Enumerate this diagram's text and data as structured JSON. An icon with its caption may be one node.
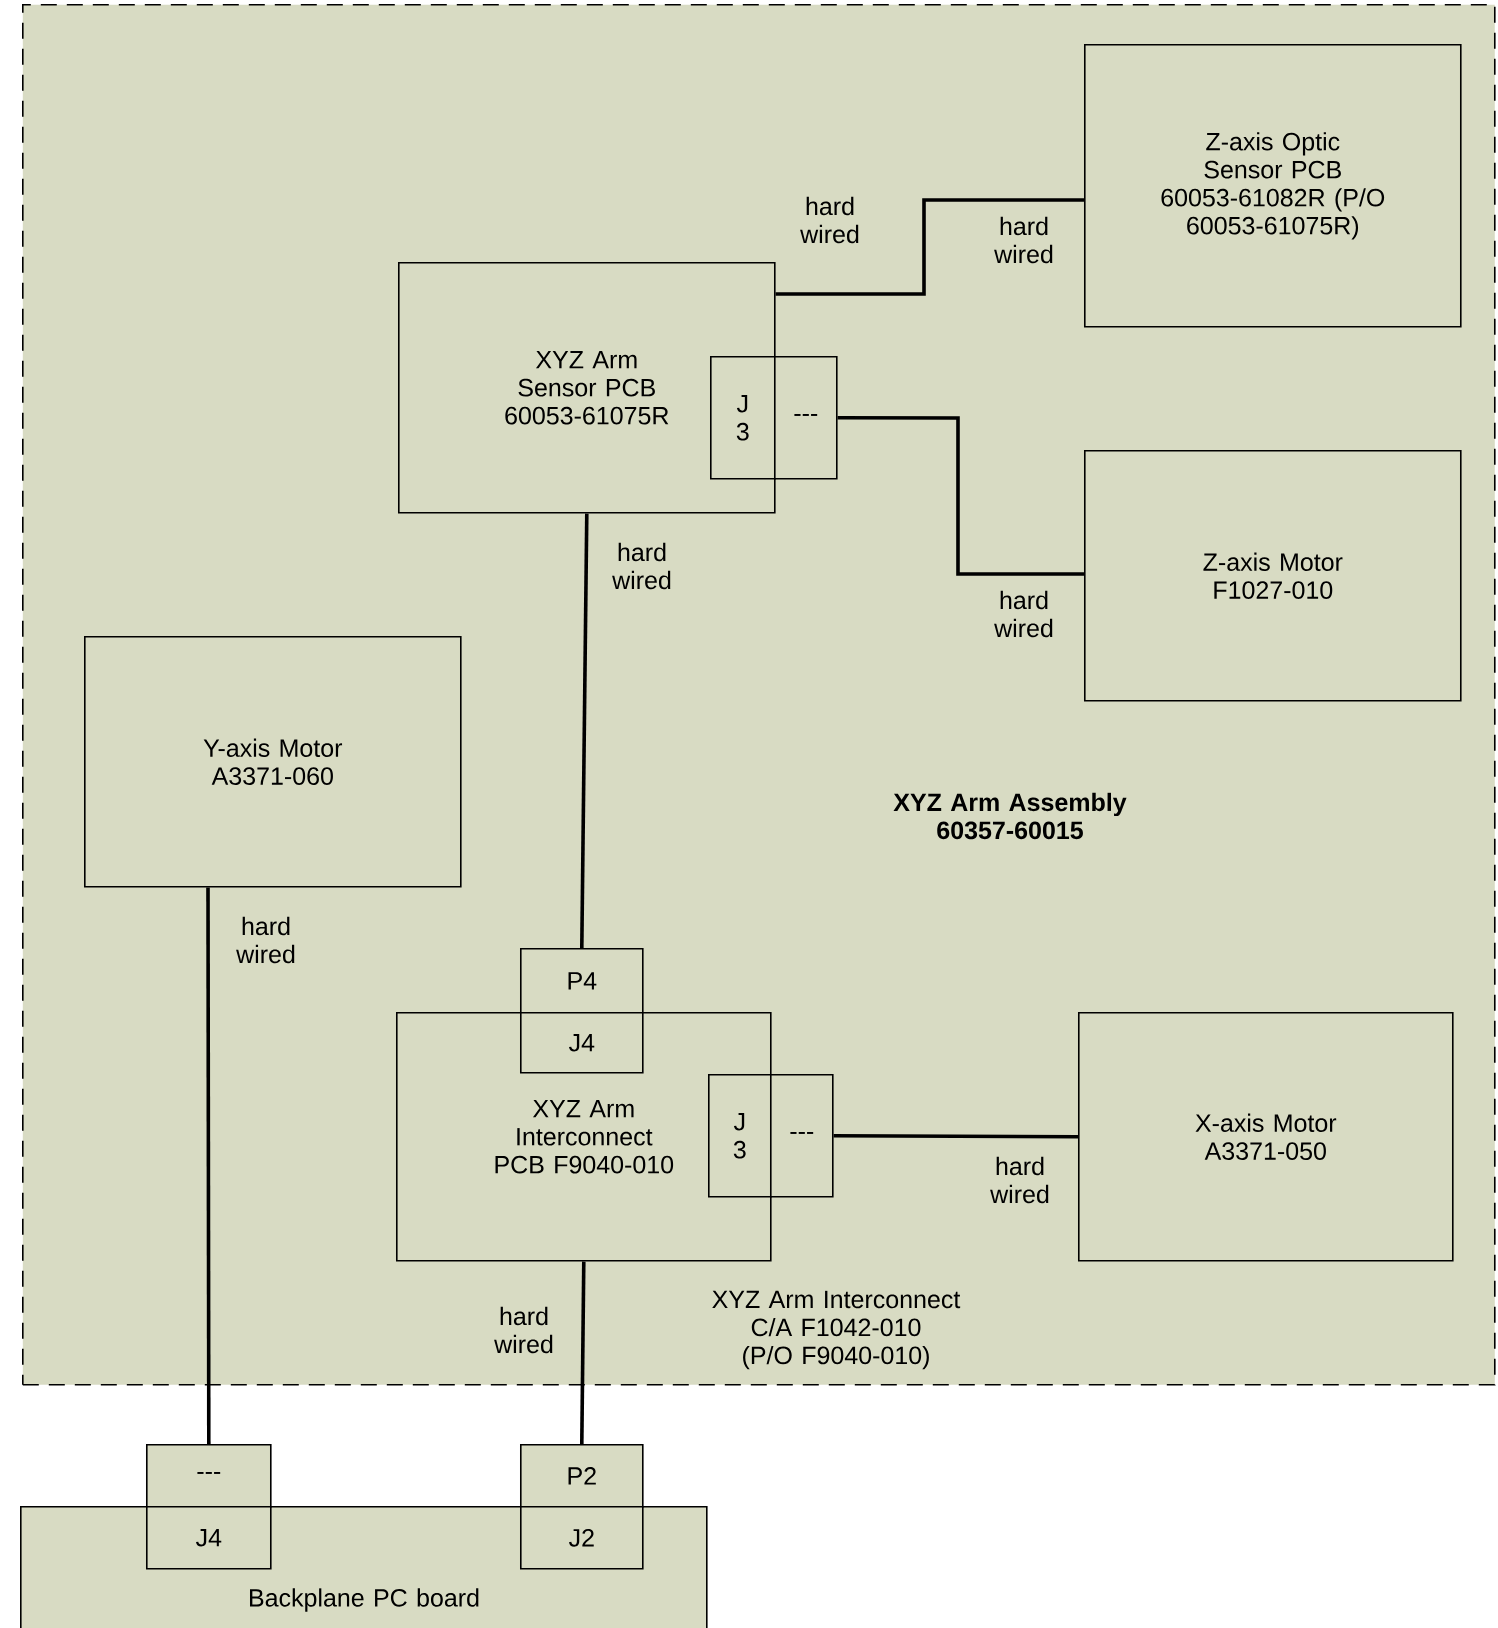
{
  "diagram": {
    "nodes": [
      {
        "text": [
          "XYZ Arm Assembly 60357-60015"
        ]
      },
      {
        "text": [
          "Z-axis Optic Sensor PCB 60053-61082R (P/O 60053-61075R)"
        ],
        "in": 0
      },
      {
        "text": [
          "XYZ Arm Sensor PCB 60053-61075R"
        ],
        "in": 0
      },
      {
        "text": [
          "J 3"
        ],
        "in": 2
      },
      {
        "text": [
          "---"
        ],
        "in": 0
      },
      {
        "text": [
          "Z-axis Motor F1027-010"
        ],
        "in": 0
      },
      {
        "text": [
          "Y-axis Motor A3371-060"
        ],
        "in": 0
      },
      {
        "text": [
          "P4"
        ],
        "in": 0
      },
      {
        "text": [
          "XYZ Arm Interconnect PCB F9040-010"
        ],
        "in": 0
      },
      {
        "text": [
          "J4"
        ],
        "in": 8
      },
      {
        "text": [
          "J 3"
        ],
        "in": 8
      },
      {
        "text": [
          "---"
        ],
        "in": 0
      },
      {
        "text": [
          "X-axis Motor A3371-050"
        ],
        "in": 0
      },
      {
        "text": [
          "Backplane PC board"
        ]
      },
      {
        "text": [
          "---"
        ]
      },
      {
        "text": [
          "J4"
        ],
        "in": 13
      },
      {
        "text": [
          "P2"
        ]
      },
      {
        "text": [
          "J2"
        ],
        "in": 13
      }
    ],
    "edges": [
      {
        "from": 2,
        "to": 1,
        "arrow": "none",
        "label": "hard wired"
      },
      {
        "from": 4,
        "to": 5,
        "arrow": "none",
        "label": "hard wired"
      },
      {
        "from": 2,
        "to": 7,
        "arrow": "none",
        "label": "hard wired"
      },
      {
        "from": 6,
        "to": 14,
        "arrow": "none",
        "label": "hard wired"
      },
      {
        "from": 11,
        "to": 12,
        "arrow": "none",
        "label": "hard wired"
      },
      {
        "from": 8,
        "to": 16,
        "arrow": "none",
        "label": "hard wired"
      }
    ],
    "labels": [
      "hard wired",
      "XYZ Arm Interconnect C/A F1042-010 (P/O F9040-010)"
    ]
  }
}
